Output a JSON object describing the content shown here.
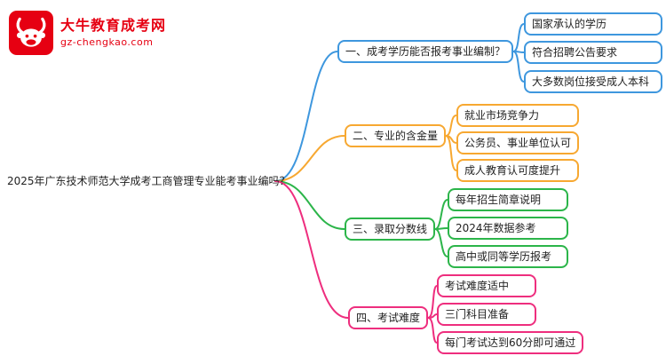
{
  "logo": {
    "brand": "大牛教育成考网",
    "domain": "gz-chengkao.com",
    "color": "#E60012"
  },
  "root": {
    "text": "2025年广东技术师范大学成考工商管理专业能考事业编吗？"
  },
  "branches": [
    {
      "label": "一、成考学历能否报考事业编制？",
      "color": "#3E97DE",
      "children": [
        "国家承认的学历",
        "符合招聘公告要求",
        "大多数岗位接受成人本科"
      ]
    },
    {
      "label": "二、专业的含金量",
      "color": "#F7A831",
      "children": [
        "就业市场竞争力",
        "公务员、事业单位认可",
        "成人教育认可度提升"
      ]
    },
    {
      "label": "三、录取分数线",
      "color": "#2CB54A",
      "children": [
        "每年招生简章说明",
        "2024年数据参考",
        "高中或同等学历报考"
      ]
    },
    {
      "label": "四、考试难度",
      "color": "#EE2E7E",
      "children": [
        "考试难度适中",
        "三门科目准备",
        "每门考试达到60分即可通过"
      ]
    }
  ]
}
